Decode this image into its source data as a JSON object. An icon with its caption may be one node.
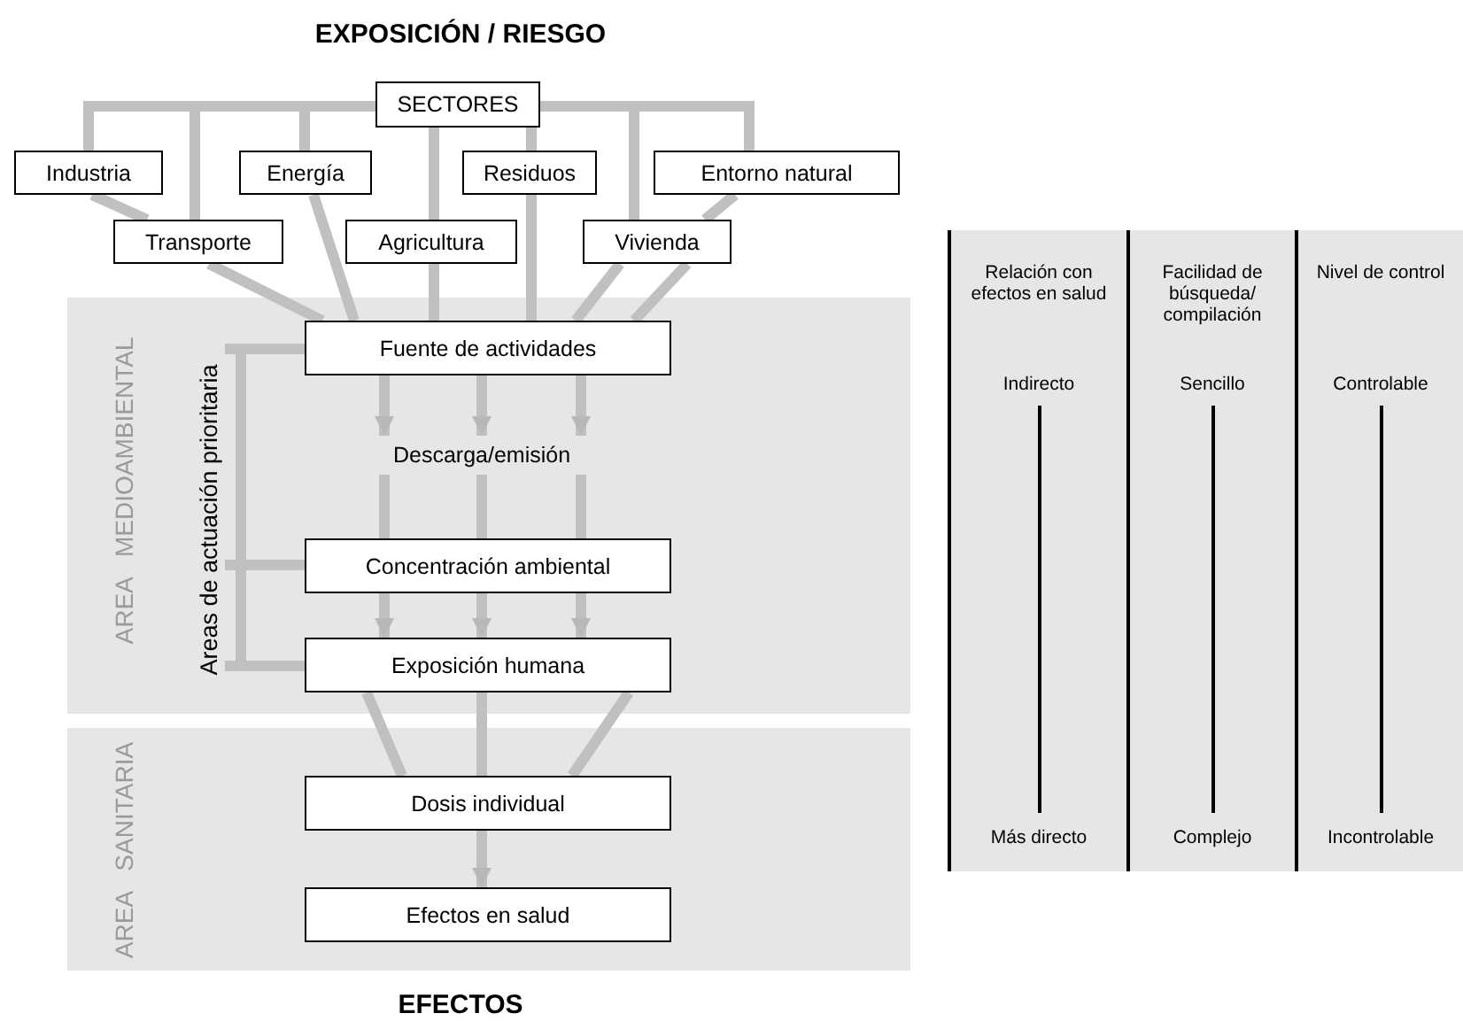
{
  "diagram": {
    "title": "EXPOSICIÓN / RIESGO",
    "caption": "EFECTOS",
    "nodes": [
      {
        "text": [
          "SECTORES"
        ]
      },
      {
        "text": [
          "Industria"
        ]
      },
      {
        "text": [
          "Energía"
        ]
      },
      {
        "text": [
          "Residuos"
        ]
      },
      {
        "text": [
          "Entorno natural"
        ]
      },
      {
        "text": [
          "Transporte"
        ]
      },
      {
        "text": [
          "Agricultura"
        ]
      },
      {
        "text": [
          "Vivienda"
        ]
      },
      {
        "text": [
          "AREA MEDIOAMBIENTAL"
        ]
      },
      {
        "text": [
          "Fuente de actividades"
        ],
        "in": 8
      },
      {
        "text": [
          "Descarga/emisión"
        ],
        "in": 8
      },
      {
        "text": [
          "Concentración ambiental"
        ],
        "in": 8
      },
      {
        "text": [
          "Exposición humana"
        ],
        "in": 8
      },
      {
        "text": [
          "Areas de actuación prioritaria"
        ],
        "in": 8
      },
      {
        "text": [
          "AREA SANITARIA"
        ]
      },
      {
        "text": [
          "Dosis individual"
        ],
        "in": 14
      },
      {
        "text": [
          "Efectos en salud"
        ],
        "in": 14
      }
    ],
    "edges": [
      {
        "from": 0,
        "to": 1,
        "arrow": "none"
      },
      {
        "from": 0,
        "to": 5,
        "arrow": "none"
      },
      {
        "from": 0,
        "to": 2,
        "arrow": "none"
      },
      {
        "from": 0,
        "to": 6,
        "arrow": "none"
      },
      {
        "from": 0,
        "to": 3,
        "arrow": "none"
      },
      {
        "from": 0,
        "to": 7,
        "arrow": "none"
      },
      {
        "from": 0,
        "to": 4,
        "arrow": "none"
      },
      {
        "from": 1,
        "to": 5,
        "arrow": "none"
      },
      {
        "from": 5,
        "to": 9,
        "arrow": "none"
      },
      {
        "from": 2,
        "to": 9,
        "arrow": "none"
      },
      {
        "from": 6,
        "to": 9,
        "arrow": "none"
      },
      {
        "from": 3,
        "to": 9,
        "arrow": "none"
      },
      {
        "from": 7,
        "to": 9,
        "arrow": "none"
      },
      {
        "from": 4,
        "to": 7,
        "arrow": "none"
      },
      {
        "from": 9,
        "to": 10,
        "arrow": "to"
      },
      {
        "from": 9,
        "to": 10,
        "arrow": "to"
      },
      {
        "from": 9,
        "to": 10,
        "arrow": "to"
      },
      {
        "from": 10,
        "to": 11,
        "arrow": "none"
      },
      {
        "from": 10,
        "to": 11,
        "arrow": "none"
      },
      {
        "from": 10,
        "to": 11,
        "arrow": "none"
      },
      {
        "from": 11,
        "to": 12,
        "arrow": "to"
      },
      {
        "from": 11,
        "to": 12,
        "arrow": "to"
      },
      {
        "from": 11,
        "to": 12,
        "arrow": "to"
      },
      {
        "from": 12,
        "to": 15,
        "arrow": "none"
      },
      {
        "from": 12,
        "to": 15,
        "arrow": "none"
      },
      {
        "from": 12,
        "to": 15,
        "arrow": "none"
      },
      {
        "from": 15,
        "to": 16,
        "arrow": "to"
      },
      {
        "from": 13,
        "to": 9,
        "arrow": "none"
      },
      {
        "from": 13,
        "to": 11,
        "arrow": "none"
      },
      {
        "from": 13,
        "to": 12,
        "arrow": "none"
      },
      {
        "from": 7,
        "to": 9,
        "arrow": "none"
      }
    ],
    "labels": [
      "Relación con efectos en salud",
      "Facilidad de búsqueda/ compilación",
      "Nivel de control",
      "Indirecto",
      "Sencillo",
      "Controlable",
      "Más directo",
      "Complejo",
      "Incontrolable"
    ]
  }
}
